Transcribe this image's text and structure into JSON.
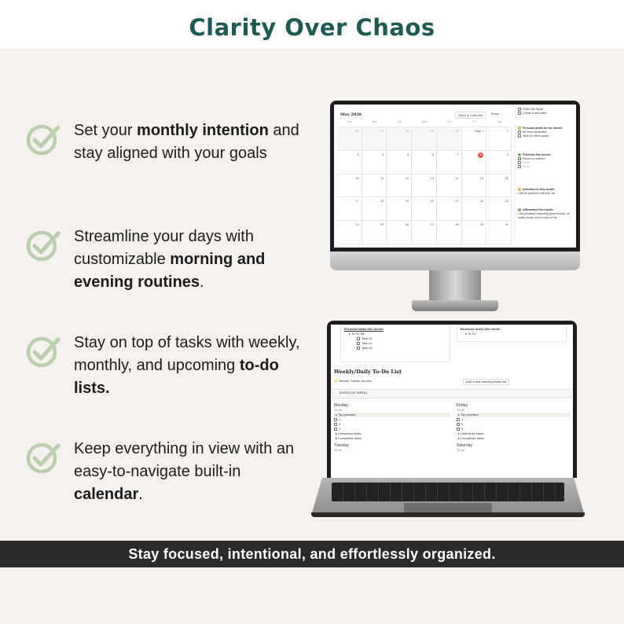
{
  "title": "Clarity Over Chaos",
  "features": [
    {
      "pre": "Set your ",
      "bold": "monthly intention",
      "post": " and stay aligned with your goals"
    },
    {
      "pre": "Streamline your days with customizable ",
      "bold": "morning and evening routines",
      "post": "."
    },
    {
      "pre": "Stay on top of tasks with weekly, monthly, and upcoming ",
      "bold": "to-do lists.",
      "post": ""
    },
    {
      "pre": "Keep everything in view with an easy-to-navigate built-in ",
      "bold": "calendar",
      "post": "."
    }
  ],
  "check_icon": "checkmark-circle-icon",
  "colors": {
    "title": "#1f5a52",
    "check": "#b9cfae",
    "banner_bg": "#2b2b2b",
    "page_bg": "#f4f1ee"
  },
  "monitor": {
    "month": "May 2026",
    "open_in_calendar": "Open in Calendar",
    "today": "Today",
    "weekdays": [
      "Sun",
      "Mon",
      "Tue",
      "Wed",
      "Thu",
      "Fri",
      "Sat"
    ],
    "weeks": [
      [
        "26",
        "27",
        "28",
        "29",
        "30",
        "May 1",
        "2"
      ],
      [
        "3",
        "4",
        "5",
        "6",
        "7",
        "8",
        "9"
      ],
      [
        "10",
        "11",
        "12",
        "13",
        "14",
        "15",
        "16"
      ],
      [
        "17",
        "18",
        "19",
        "20",
        "21",
        "22",
        "23"
      ],
      [
        "24",
        "25",
        "26",
        "27",
        "28",
        "29",
        "30"
      ]
    ],
    "highlight_day": "8",
    "side": {
      "top_items": [
        "Finish the report",
        "Create a new habit"
      ],
      "goals_title": "Personal goals for the month:",
      "goals_items": [
        "Be more productive",
        "Work on office space"
      ],
      "priorities_title": "Priorities this month:",
      "priorities_items": [
        "Focus on nutrition",
        "To do",
        "To do"
      ],
      "intention_title": "Intention for this month:",
      "intention_text": "I will be present in all that I do.",
      "affirmation_title": "Affirmation this month:",
      "affirmation_text": "I am positively expecting good results, no matter what I see in front of me."
    }
  },
  "laptop": {
    "personal_tasks": "Personal tasks this month",
    "business_tasks": "Business tasks this month",
    "todo_label": "To Do list",
    "todo_short": "To Do",
    "tasks": [
      "Task #1",
      "Task #2",
      "Task #3"
    ],
    "section_title": "Weekly/Daily To-Do List",
    "tracker": "Weekly Tracker Archive",
    "add_priority": "Add a new weekly priority list",
    "dates": "[DATES OF WEEK]",
    "days": [
      {
        "name": "Monday",
        "todo": "To do",
        "priorities": "Top priorities",
        "items": [
          "1",
          "2",
          "3"
        ],
        "unfinished": "Unfinished tasks",
        "completed": "Completed tasks"
      },
      {
        "name": "Friday",
        "todo": "To do",
        "priorities": "Top priorities",
        "items": [
          "1",
          "2",
          "3"
        ],
        "unfinished": "Unfinished tasks",
        "completed": "Completed tasks"
      }
    ],
    "next_days": [
      {
        "name": "Tuesday",
        "todo": "To do"
      },
      {
        "name": "Saturday",
        "todo": "To do"
      }
    ]
  },
  "banner": "Stay focused, intentional, and effortlessly organized."
}
